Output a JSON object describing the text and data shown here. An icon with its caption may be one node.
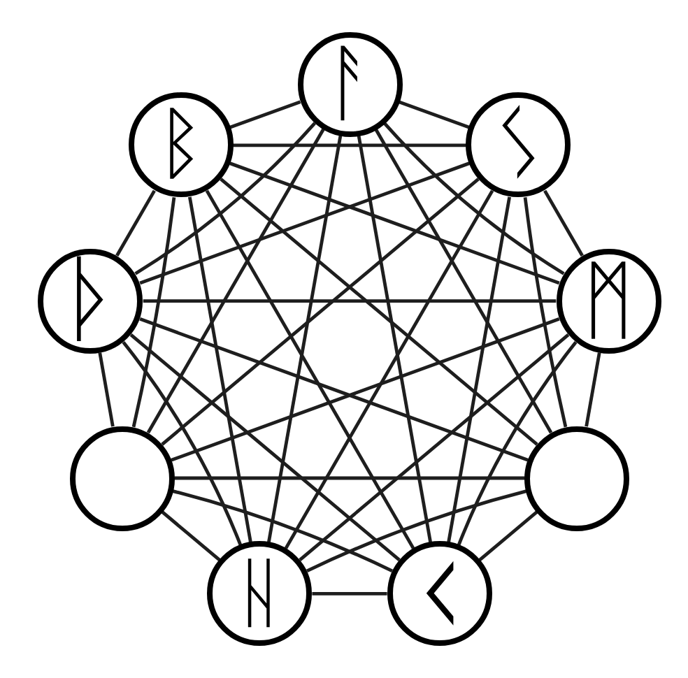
{
  "diagram": {
    "nodes": [
      {
        "text": [
          "ᚨ"
        ]
      },
      {
        "text": [
          "ᛒ"
        ]
      },
      {
        "text": [
          "ᛊ"
        ]
      },
      {
        "text": [
          "ᚦ"
        ]
      },
      {
        "text": [
          "ᛗ"
        ]
      },
      {
        "text": [],
        "shape": "circle"
      },
      {
        "text": [],
        "shape": "circle"
      },
      {
        "text": [
          "ᚺ"
        ]
      },
      {
        "text": [
          "ᚲ"
        ]
      }
    ],
    "edges": [
      {
        "from": 0,
        "to": 1,
        "arrow": "none"
      },
      {
        "from": 0,
        "to": 2,
        "arrow": "none"
      },
      {
        "from": 0,
        "to": 3,
        "arrow": "none"
      },
      {
        "from": 0,
        "to": 4,
        "arrow": "none"
      },
      {
        "from": 0,
        "to": 5,
        "arrow": "none"
      },
      {
        "from": 0,
        "to": 6,
        "arrow": "none"
      },
      {
        "from": 0,
        "to": 7,
        "arrow": "none"
      },
      {
        "from": 0,
        "to": 8,
        "arrow": "none"
      },
      {
        "from": 1,
        "to": 2,
        "arrow": "none"
      },
      {
        "from": 1,
        "to": 3,
        "arrow": "none"
      },
      {
        "from": 1,
        "to": 4,
        "arrow": "none"
      },
      {
        "from": 1,
        "to": 5,
        "arrow": "none"
      },
      {
        "from": 1,
        "to": 6,
        "arrow": "none"
      },
      {
        "from": 1,
        "to": 7,
        "arrow": "none"
      },
      {
        "from": 1,
        "to": 8,
        "arrow": "none"
      },
      {
        "from": 2,
        "to": 3,
        "arrow": "none"
      },
      {
        "from": 2,
        "to": 4,
        "arrow": "none"
      },
      {
        "from": 2,
        "to": 5,
        "arrow": "none"
      },
      {
        "from": 2,
        "to": 6,
        "arrow": "none"
      },
      {
        "from": 2,
        "to": 7,
        "arrow": "none"
      },
      {
        "from": 2,
        "to": 8,
        "arrow": "none"
      },
      {
        "from": 3,
        "to": 4,
        "arrow": "none"
      },
      {
        "from": 3,
        "to": 5,
        "arrow": "none"
      },
      {
        "from": 3,
        "to": 6,
        "arrow": "none"
      },
      {
        "from": 3,
        "to": 7,
        "arrow": "none"
      },
      {
        "from": 3,
        "to": 8,
        "arrow": "none"
      },
      {
        "from": 4,
        "to": 5,
        "arrow": "none"
      },
      {
        "from": 4,
        "to": 6,
        "arrow": "none"
      },
      {
        "from": 4,
        "to": 7,
        "arrow": "none"
      },
      {
        "from": 4,
        "to": 8,
        "arrow": "none"
      },
      {
        "from": 5,
        "to": 6,
        "arrow": "none"
      },
      {
        "from": 5,
        "to": 7,
        "arrow": "none"
      },
      {
        "from": 5,
        "to": 8,
        "arrow": "none"
      },
      {
        "from": 6,
        "to": 7,
        "arrow": "none"
      },
      {
        "from": 6,
        "to": 8,
        "arrow": "none"
      },
      {
        "from": 7,
        "to": 8,
        "arrow": "none"
      }
    ]
  }
}
